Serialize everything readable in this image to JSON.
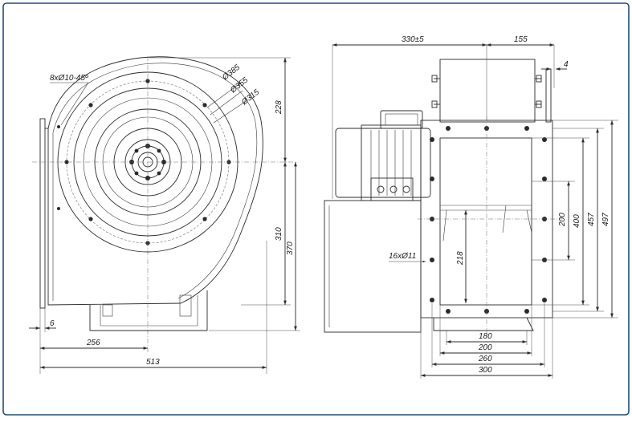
{
  "colors": {
    "border": "#1f4f7a",
    "line": "#2a2a2a",
    "background": "#ffffff"
  },
  "side_view": {
    "label_bolts": "8xØ10-45º",
    "label_d385": "Ø385",
    "label_d355": "Ø355",
    "label_d315": "Ø315",
    "dim_228": "228",
    "dim_310": "310",
    "dim_370": "370",
    "dim_6": "6",
    "dim_256": "256",
    "dim_513": "513"
  },
  "front_view": {
    "dim_330": "330±5",
    "dim_155": "155",
    "dim_4": "4",
    "label_holes": "16xØ11",
    "dim_218": "218",
    "dim_200v": "200",
    "dim_400": "400",
    "dim_457": "457",
    "dim_497": "497",
    "dim_180": "180",
    "dim_200h": "200",
    "dim_260": "260",
    "dim_300": "300"
  }
}
